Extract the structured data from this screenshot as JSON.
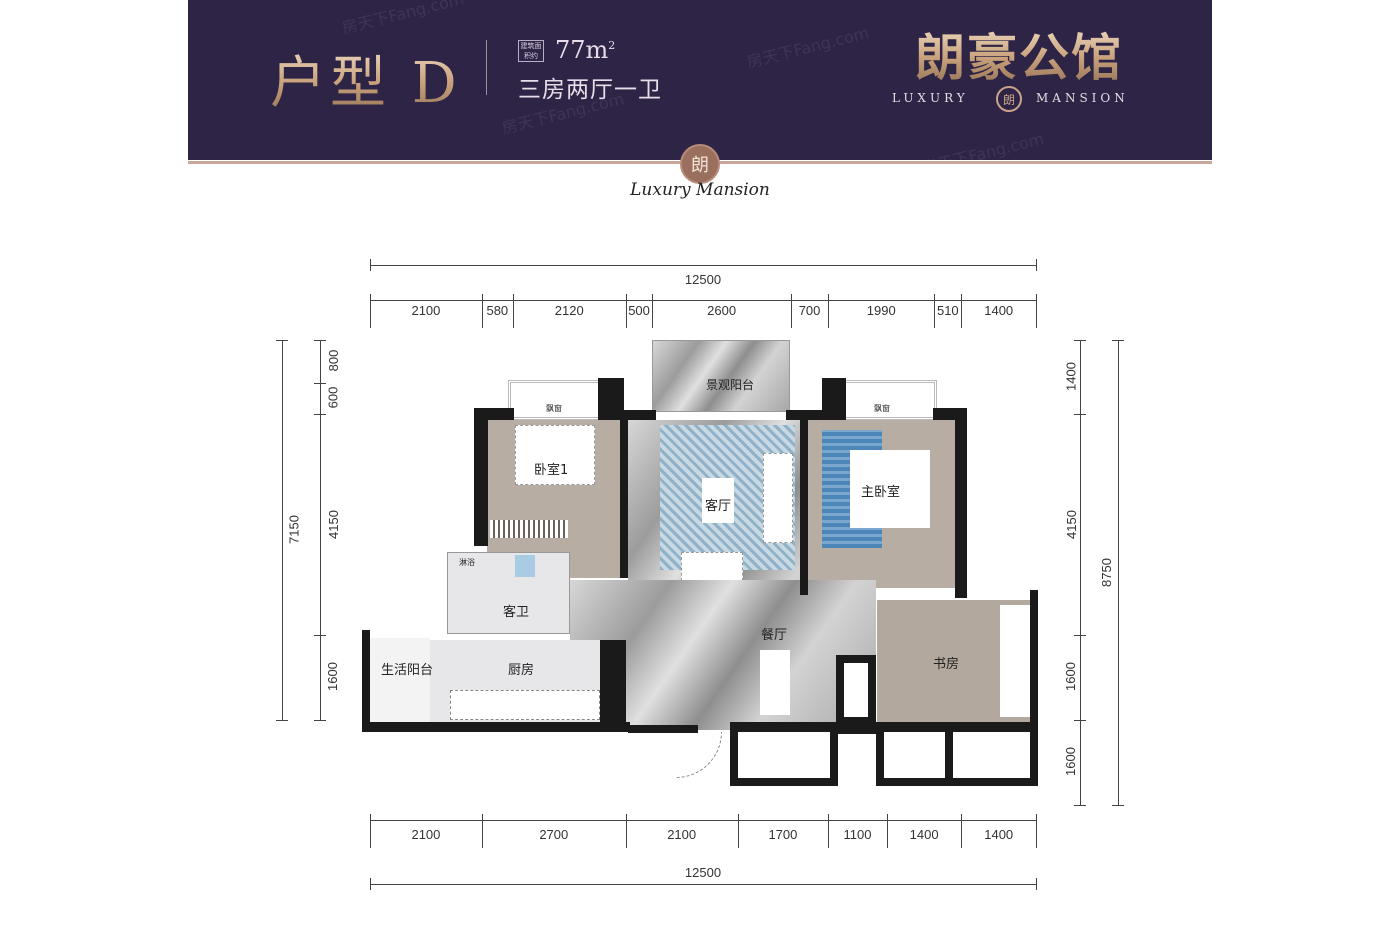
{
  "header": {
    "type_title": "户型 D",
    "area_badge": "建筑面积约",
    "area_value": "77m",
    "area_unit_sup": "2",
    "layout": "三房两厅一卫",
    "brand_name": "朗豪公馆",
    "brand_en_left": "LUXURY",
    "brand_en_right": "MANSION",
    "emblem_char": "朗",
    "script_tagline": "Luxury Mansion",
    "watermark": "房天下Fang.com",
    "colors": {
      "banner": "#2e2446",
      "gold": "#c9a27c",
      "rule": "#c9a89a"
    }
  },
  "dimensions": {
    "top_total": "12500",
    "top_segments": [
      2100,
      580,
      2120,
      500,
      2600,
      700,
      1990,
      510,
      1400
    ],
    "bottom_total": "12500",
    "bottom_segments": [
      2100,
      2700,
      2100,
      1700,
      1100,
      1400,
      1400
    ],
    "left_total": "7150",
    "left_segments": [
      800,
      600,
      4150,
      1600
    ],
    "right_total": "8750",
    "right_segments": [
      1400,
      4150,
      1600,
      1600
    ]
  },
  "rooms": {
    "bedroom1": "卧室1",
    "bay_window": "飘窗",
    "landscape_balcony": "景观阳台",
    "living_room": "客厅",
    "master_bedroom": "主卧室",
    "shower": "淋浴",
    "guest_bath": "客卫",
    "dining": "餐厅",
    "study": "书房",
    "kitchen": "厨房",
    "service_balcony": "生活阳台"
  }
}
